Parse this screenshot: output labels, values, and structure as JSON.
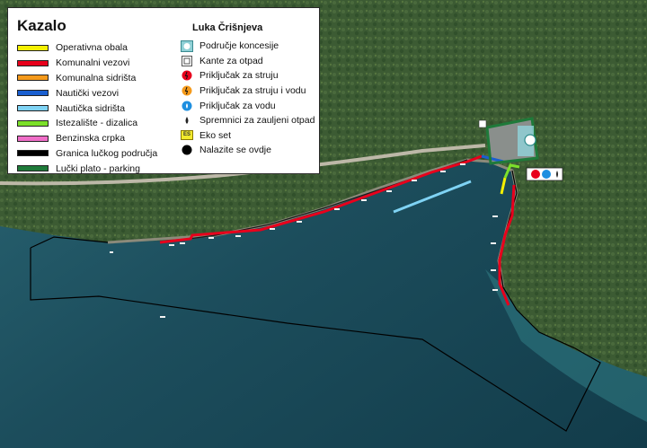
{
  "legend": {
    "title": "Kazalo",
    "items": [
      {
        "label": "Operativna obala",
        "color": "#f4f000"
      },
      {
        "label": "Komunalni vezovi",
        "color": "#e8001c"
      },
      {
        "label": "Komunalna sidrišta",
        "color": "#f59a1b"
      },
      {
        "label": "Nautički vezovi",
        "color": "#1a5fd0"
      },
      {
        "label": "Nautička sidrišta",
        "color": "#7fd3f4"
      },
      {
        "label": "Istezalište - dizalica",
        "color": "#7ce02a"
      },
      {
        "label": "Benzinska crpka",
        "color": "#f06ec8"
      },
      {
        "label": "Granica lučkog područja",
        "color": "#000000"
      },
      {
        "label": "Lučki plato - parking",
        "color": "#1f7a3a"
      }
    ]
  },
  "port": {
    "name": "Luka Črišnjeva",
    "symbols": [
      {
        "label": "Područje koncesije",
        "icon": "concession-area-icon",
        "color": "#8fd0d6"
      },
      {
        "label": "Kante za otpad",
        "icon": "trash-bin-icon",
        "color": "#555555"
      },
      {
        "label": "Priključak za struju",
        "icon": "power-connection-icon",
        "color": "#e8001c"
      },
      {
        "label": "Priključak za struju i vodu",
        "icon": "power-water-connection-icon",
        "color": "#f59a1b"
      },
      {
        "label": "Priključak za vodu",
        "icon": "water-connection-icon",
        "color": "#1e8fe0"
      },
      {
        "label": "Spremnici za zauljeni otpad",
        "icon": "oil-waste-icon",
        "color": "#222222"
      },
      {
        "label": "Eko set",
        "icon": "eko-set-icon",
        "badge": "ES",
        "color": "#f2ea2c"
      },
      {
        "label": "Nalazite se ovdje",
        "icon": "you-are-here-icon",
        "color": "#000000"
      }
    ]
  }
}
